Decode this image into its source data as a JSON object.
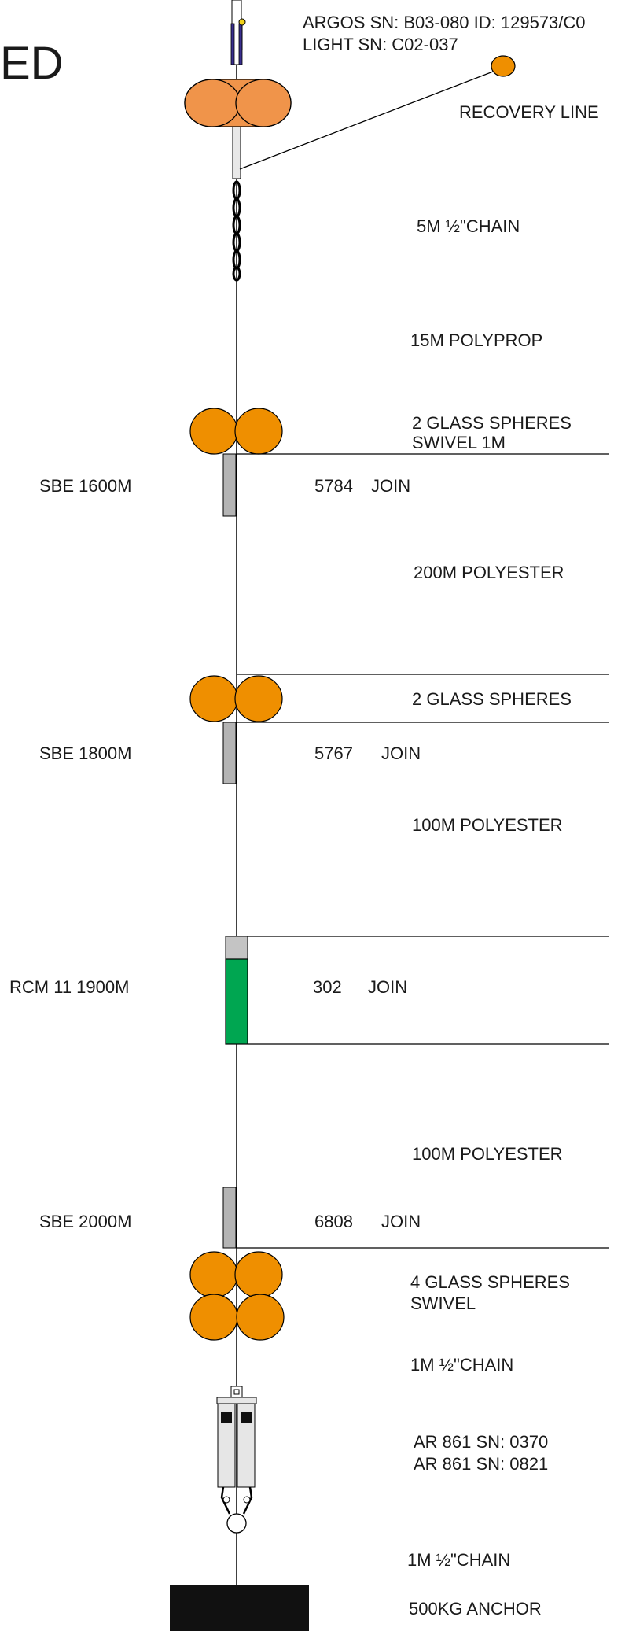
{
  "header": {
    "title_fragment": "ED",
    "argos_label": "ARGOS SN: B03-080 ID: 129573/C0",
    "light_label": "LIGHT   SN: C02-037"
  },
  "top": {
    "recovery_line": "RECOVERY LINE",
    "chain_1": "5M ½\"CHAIN",
    "polyprop": "15M POLYPROP"
  },
  "spheres_1": {
    "line1": "2 GLASS SPHERES",
    "line2": "SWIVEL 1M"
  },
  "instrument_1": {
    "left": "SBE 1600M",
    "serial": "5784",
    "join": "JOIN"
  },
  "segment_1": "200M POLYESTER",
  "spheres_2": {
    "line1": "2 GLASS SPHERES"
  },
  "instrument_2": {
    "left": "SBE 1800M",
    "serial": "5767",
    "join": "JOIN"
  },
  "segment_2": "100M POLYESTER",
  "instrument_3": {
    "left": "RCM 11 1900M",
    "serial": "302",
    "join": "JOIN"
  },
  "segment_3": "100M POLYESTER",
  "instrument_4": {
    "left": "SBE 2000M",
    "serial": "6808",
    "join": "JOIN"
  },
  "spheres_3": {
    "line1": "4 GLASS SPHERES",
    "line2": "SWIVEL"
  },
  "chain_2": "1M ½\"CHAIN",
  "releases": {
    "line1": "AR 861 SN: 0370",
    "line2": "AR 861 SN: 0821"
  },
  "chain_3": "1M ½\"CHAIN",
  "anchor": "500KG ANCHOR",
  "colors": {
    "float": "#ef8f00",
    "buoy": "#f0944a",
    "instrument": "#b4b4b4",
    "current_meter": "#00a651",
    "beacon": "#3a2f8f",
    "anchor": "#111111"
  }
}
